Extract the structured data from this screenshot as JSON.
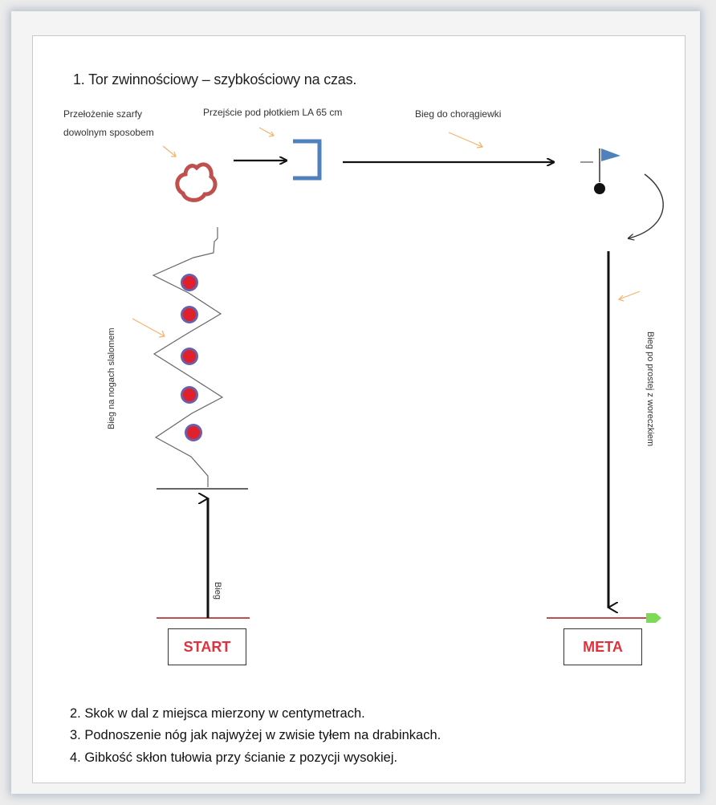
{
  "title": "1. Tor zwinnościowy – szybkościowy na czas.",
  "stations": {
    "scarf_line1": "Przełożenie szarfy",
    "scarf_line2": "dowolnym sposobem",
    "hurdle": "Przejście pod płotkiem LA 65 cm",
    "flag": "Bieg do chorągiewki",
    "slalom": "Bieg na nogach slalomem",
    "bag_run": "Bieg po prostej z woreczkiem",
    "run": "Bieg"
  },
  "start_label": "START",
  "finish_label": "META",
  "exercises": [
    "2. Skok w dal z miejsca mierzony w centymetrach.",
    "3. Podnoszenie nóg jak najwyżej w zwisie tyłem na drabinkach.",
    "4. Gibkość skłon tułowia przy ścianie z pozycji wysokiej."
  ],
  "colors": {
    "scarf": "#c0504d",
    "hurdle": "#4f81bd",
    "flag": "#4f81bd",
    "cone_fill": "#e0202a",
    "cone_ring": "#6a5fa8",
    "start_line": "#c0504d",
    "finish_marker": "#7ed957",
    "hint_arrows": "#f7b26b",
    "box_text": "#e0323c"
  }
}
